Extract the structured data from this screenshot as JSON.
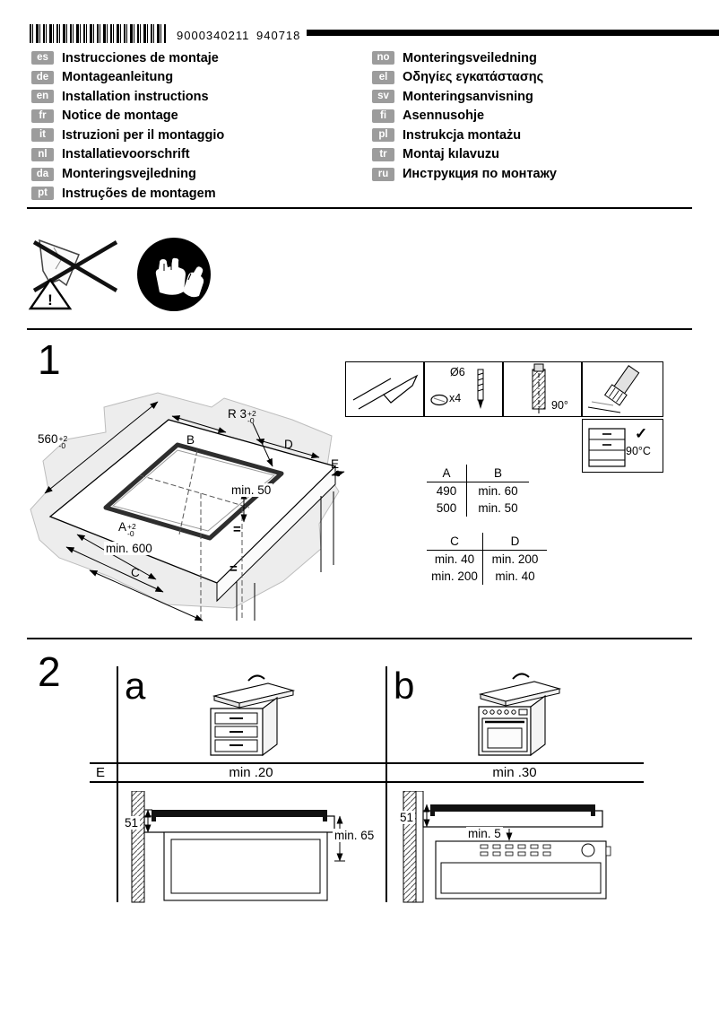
{
  "colors": {
    "badge_bg": "#9c9c9c",
    "line": "#000000"
  },
  "header": {
    "doc_number": "9000340211",
    "print_code": "940718"
  },
  "languages": {
    "left": [
      {
        "code": "es",
        "title": "Instrucciones de montaje"
      },
      {
        "code": "de",
        "title": "Montageanleitung"
      },
      {
        "code": "en",
        "title": "Installation instructions"
      },
      {
        "code": "fr",
        "title": "Notice de montage"
      },
      {
        "code": "it",
        "title": "Istruzioni per il montaggio"
      },
      {
        "code": "nl",
        "title": "Installatievoorschrift"
      },
      {
        "code": "da",
        "title": "Monteringsvejledning"
      },
      {
        "code": "pt",
        "title": "Instruções de montagem"
      }
    ],
    "right": [
      {
        "code": "no",
        "title": "Monteringsveiledning"
      },
      {
        "code": "el",
        "title": "Οδηγίες εγκατάστασης"
      },
      {
        "code": "sv",
        "title": "Monteringsanvisning"
      },
      {
        "code": "fi",
        "title": "Asennusohje"
      },
      {
        "code": "pl",
        "title": "Instrukcja montażu"
      },
      {
        "code": "tr",
        "title": "Montaj kılavuzu"
      },
      {
        "code": "ru",
        "title": "Инструкция по монтажу"
      }
    ]
  },
  "safety": {
    "exclamation": "!"
  },
  "step1": {
    "number": "1",
    "dims": {
      "radius": "R 3",
      "tol_plus": "+2",
      "tol_minus": "-0",
      "cutout_width": "560",
      "label_b": "B",
      "label_d": "D",
      "label_e": "E",
      "min_50": "min. 50",
      "label_a": "A",
      "min_600": "min. 600",
      "label_c": "C",
      "equal_1": "=",
      "equal_2": "="
    },
    "details": {
      "diameter": "Ø6",
      "quantity": "x4",
      "angle": "90°",
      "check": "✓",
      "temperature": "90°C"
    },
    "table_ab": {
      "headers": [
        "A",
        "B"
      ],
      "rows": [
        [
          "490",
          "min. 60"
        ],
        [
          "500",
          "min. 50"
        ]
      ]
    },
    "table_cd": {
      "headers": [
        "C",
        "D"
      ],
      "rows": [
        [
          "min. 40",
          "min. 200"
        ],
        [
          "min. 200",
          "min. 40"
        ]
      ]
    }
  },
  "step2": {
    "number": "2",
    "variant_a": "a",
    "variant_b": "b",
    "row_e": {
      "label": "E",
      "a_value": "min .20",
      "b_value": "min .30"
    },
    "variant_a_dims": {
      "thickness": "51",
      "clearance": "min. 65"
    },
    "variant_b_dims": {
      "thickness": "51",
      "clearance": "min. 5"
    }
  }
}
